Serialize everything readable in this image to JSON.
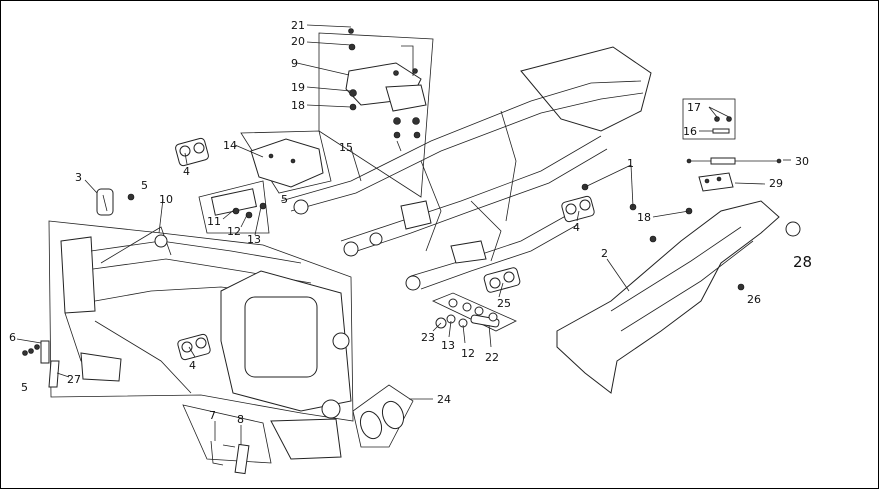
{
  "diagram": {
    "callouts": [
      {
        "id": "c21",
        "text": "21"
      },
      {
        "id": "c20",
        "text": "20"
      },
      {
        "id": "c9",
        "text": "9"
      },
      {
        "id": "c19",
        "text": "19"
      },
      {
        "id": "c18a",
        "text": "18"
      },
      {
        "id": "c14",
        "text": "14"
      },
      {
        "id": "c15",
        "text": "15"
      },
      {
        "id": "c4a",
        "text": "4"
      },
      {
        "id": "c3",
        "text": "3"
      },
      {
        "id": "c5a",
        "text": "5"
      },
      {
        "id": "c10",
        "text": "10"
      },
      {
        "id": "c5b",
        "text": "5"
      },
      {
        "id": "c11",
        "text": "11"
      },
      {
        "id": "c12a",
        "text": "12"
      },
      {
        "id": "c13a",
        "text": "13"
      },
      {
        "id": "c17",
        "text": "17"
      },
      {
        "id": "c16",
        "text": "16"
      },
      {
        "id": "c1",
        "text": "1"
      },
      {
        "id": "c30",
        "text": "30"
      },
      {
        "id": "c29",
        "text": "29"
      },
      {
        "id": "c18b",
        "text": "18"
      },
      {
        "id": "c4b",
        "text": "4"
      },
      {
        "id": "c2",
        "text": "2"
      },
      {
        "id": "c28",
        "text": "28"
      },
      {
        "id": "c26",
        "text": "26"
      },
      {
        "id": "c25",
        "text": "25"
      },
      {
        "id": "c23",
        "text": "23"
      },
      {
        "id": "c13b",
        "text": "13"
      },
      {
        "id": "c12b",
        "text": "12"
      },
      {
        "id": "c22",
        "text": "22"
      },
      {
        "id": "c6",
        "text": "6"
      },
      {
        "id": "c5c",
        "text": "5"
      },
      {
        "id": "c27",
        "text": "27"
      },
      {
        "id": "c4c",
        "text": "4"
      },
      {
        "id": "c7",
        "text": "7"
      },
      {
        "id": "c8",
        "text": "8"
      },
      {
        "id": "c24",
        "text": "24"
      }
    ]
  }
}
